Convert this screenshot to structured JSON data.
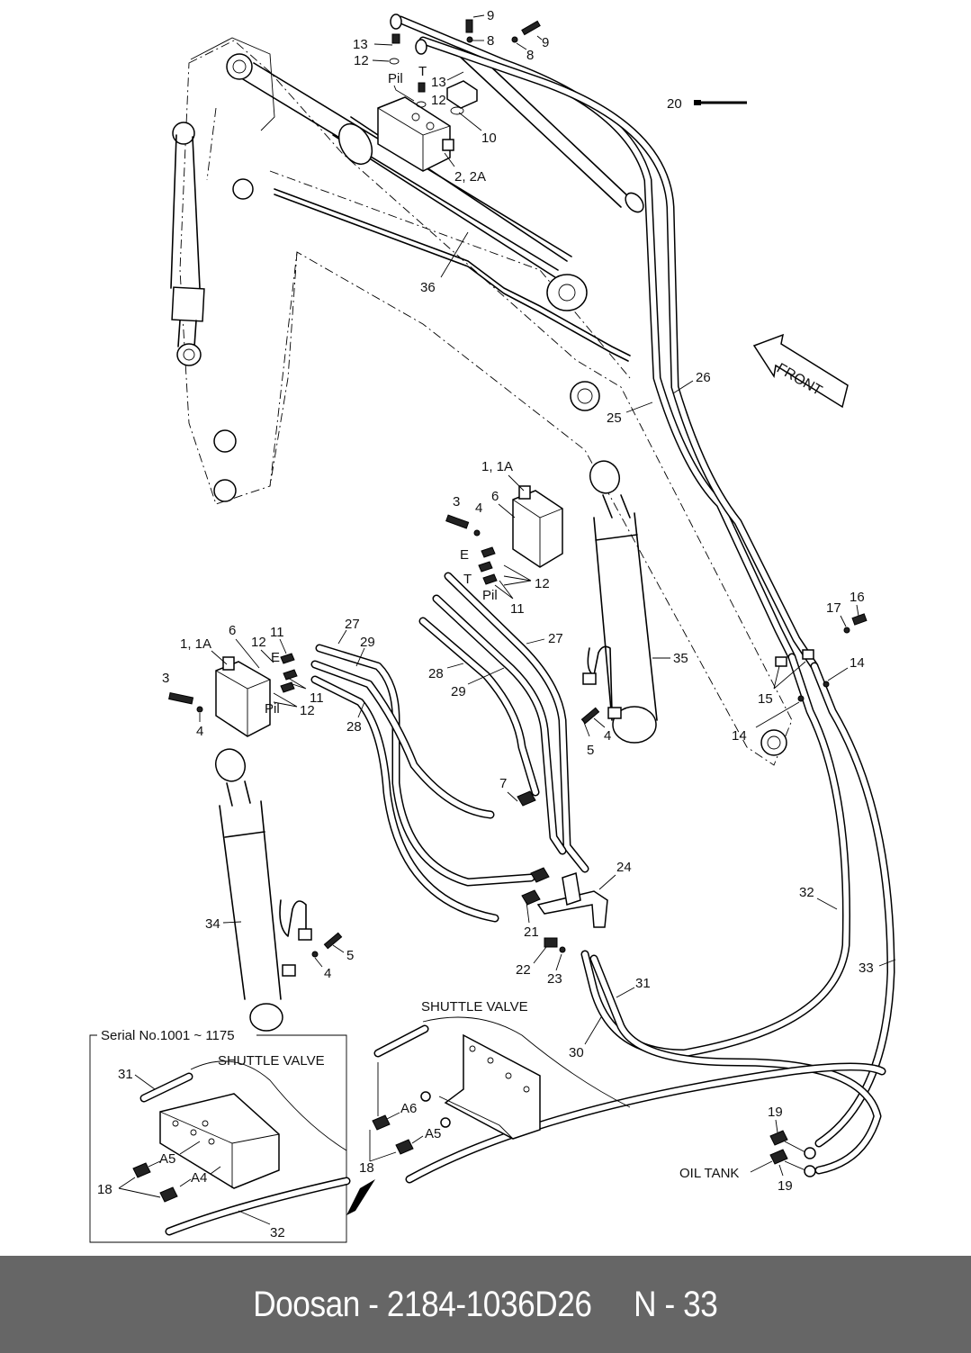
{
  "diagram": {
    "labels": {
      "p9a": "9",
      "p9b": "9",
      "p8a": "8",
      "p8b": "8",
      "p13a": "13",
      "p12a": "12",
      "pil_top": "Pil",
      "t_top": "T",
      "p13b": "13",
      "p12b": "12",
      "p10": "10",
      "p2_2a": "2, 2A",
      "p20": "20",
      "p36": "36",
      "p26": "26",
      "p25": "25",
      "front": "FRONT",
      "p1_1a_right": "1, 1A",
      "p3_right": "3",
      "p4_right": "4",
      "p6_right": "6",
      "e_right": "E",
      "t_right": "T",
      "pil_right": "Pil",
      "p12_right": "12",
      "p11_right": "11",
      "p35": "35",
      "p5_right": "5",
      "p4_right2": "4",
      "p1_1a_left": "1, 1A",
      "p6_left": "6",
      "p12_left": "12",
      "p11_left": "11",
      "e_left": "E",
      "p11_left2": "11",
      "p12_left2": "12",
      "pil_left": "Pil",
      "p3_left": "3",
      "p4_left": "4",
      "p27_left": "27",
      "p29_left": "29",
      "p28_left": "28",
      "p27_right": "27",
      "p28_right": "28",
      "p29_right": "29",
      "p17": "17",
      "p16": "16",
      "p14a": "14",
      "p15": "15",
      "p14b": "14",
      "p7": "7",
      "p24": "24",
      "p21": "21",
      "p22": "22",
      "p23": "23",
      "p34": "34",
      "p5_left": "5",
      "p4_left2": "4",
      "p32": "32",
      "p33": "33",
      "p31": "31",
      "p30": "30",
      "shuttle_main": "SHUTTLE VALVE",
      "a6": "A6",
      "a5_main": "A5",
      "p18_main": "18",
      "p19a": "19",
      "oil_tank": "OIL TANK",
      "p19b": "19"
    },
    "inset": {
      "title": "Serial No.1001 ~ 1175",
      "shuttle": "SHUTTLE VALVE",
      "p31": "31",
      "a5": "A5",
      "a4": "A4",
      "p18": "18",
      "p32": "32"
    }
  },
  "footer": {
    "text": "Doosan - 2184-1036D26     N - 33"
  }
}
